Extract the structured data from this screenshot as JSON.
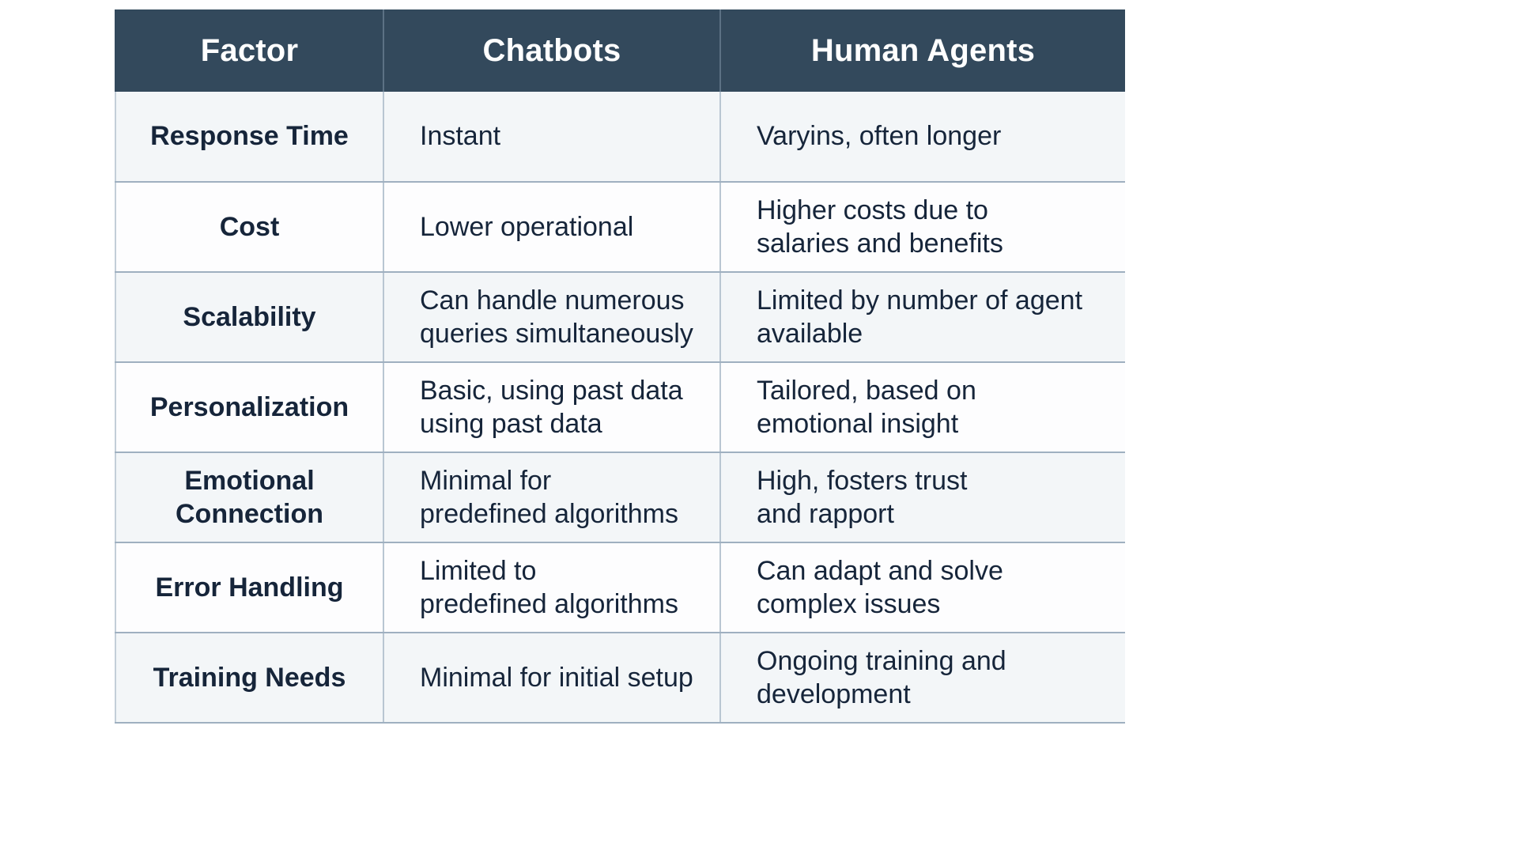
{
  "table": {
    "headers": [
      "Factor",
      "Chatbots",
      "Human Agents"
    ],
    "rows": [
      {
        "factor": "Response Time",
        "chatbots": [
          "Instant"
        ],
        "human": [
          "Varyins, often longer"
        ]
      },
      {
        "factor": "Cost",
        "chatbots": [
          "Lower operational"
        ],
        "human": [
          "Higher costs due to",
          "salaries and benefits"
        ]
      },
      {
        "factor": "Scalability",
        "chatbots": [
          "Can handle numerous",
          "queries simultaneously"
        ],
        "human": [
          "Limited by number of agent",
          "available"
        ]
      },
      {
        "factor": "Personalization",
        "chatbots": [
          "Basic, using past data",
          "using past data"
        ],
        "human": [
          "Tailored, based on",
          "emotional insight"
        ]
      },
      {
        "factor": "Emotional Connection",
        "chatbots": [
          "Minimal for",
          "predefined algorithms"
        ],
        "human": [
          "High, fosters trust",
          "and rapport"
        ]
      },
      {
        "factor": "Error Handling",
        "chatbots": [
          "Limited to",
          "predefined algorithms"
        ],
        "human": [
          "Can adapt and solve",
          "complex issues"
        ]
      },
      {
        "factor": "Training Needs",
        "chatbots": [
          "Minimal for initial setup"
        ],
        "human": [
          "Ongoing training and",
          "development"
        ]
      }
    ]
  },
  "colors": {
    "header_background": "#33495c",
    "header_text": "#ffffff",
    "body_text": "#16253a",
    "row_odd_background": "#f3f6f8",
    "row_even_background": "#fdfdfe",
    "grid_line": "#b9c6d2"
  }
}
